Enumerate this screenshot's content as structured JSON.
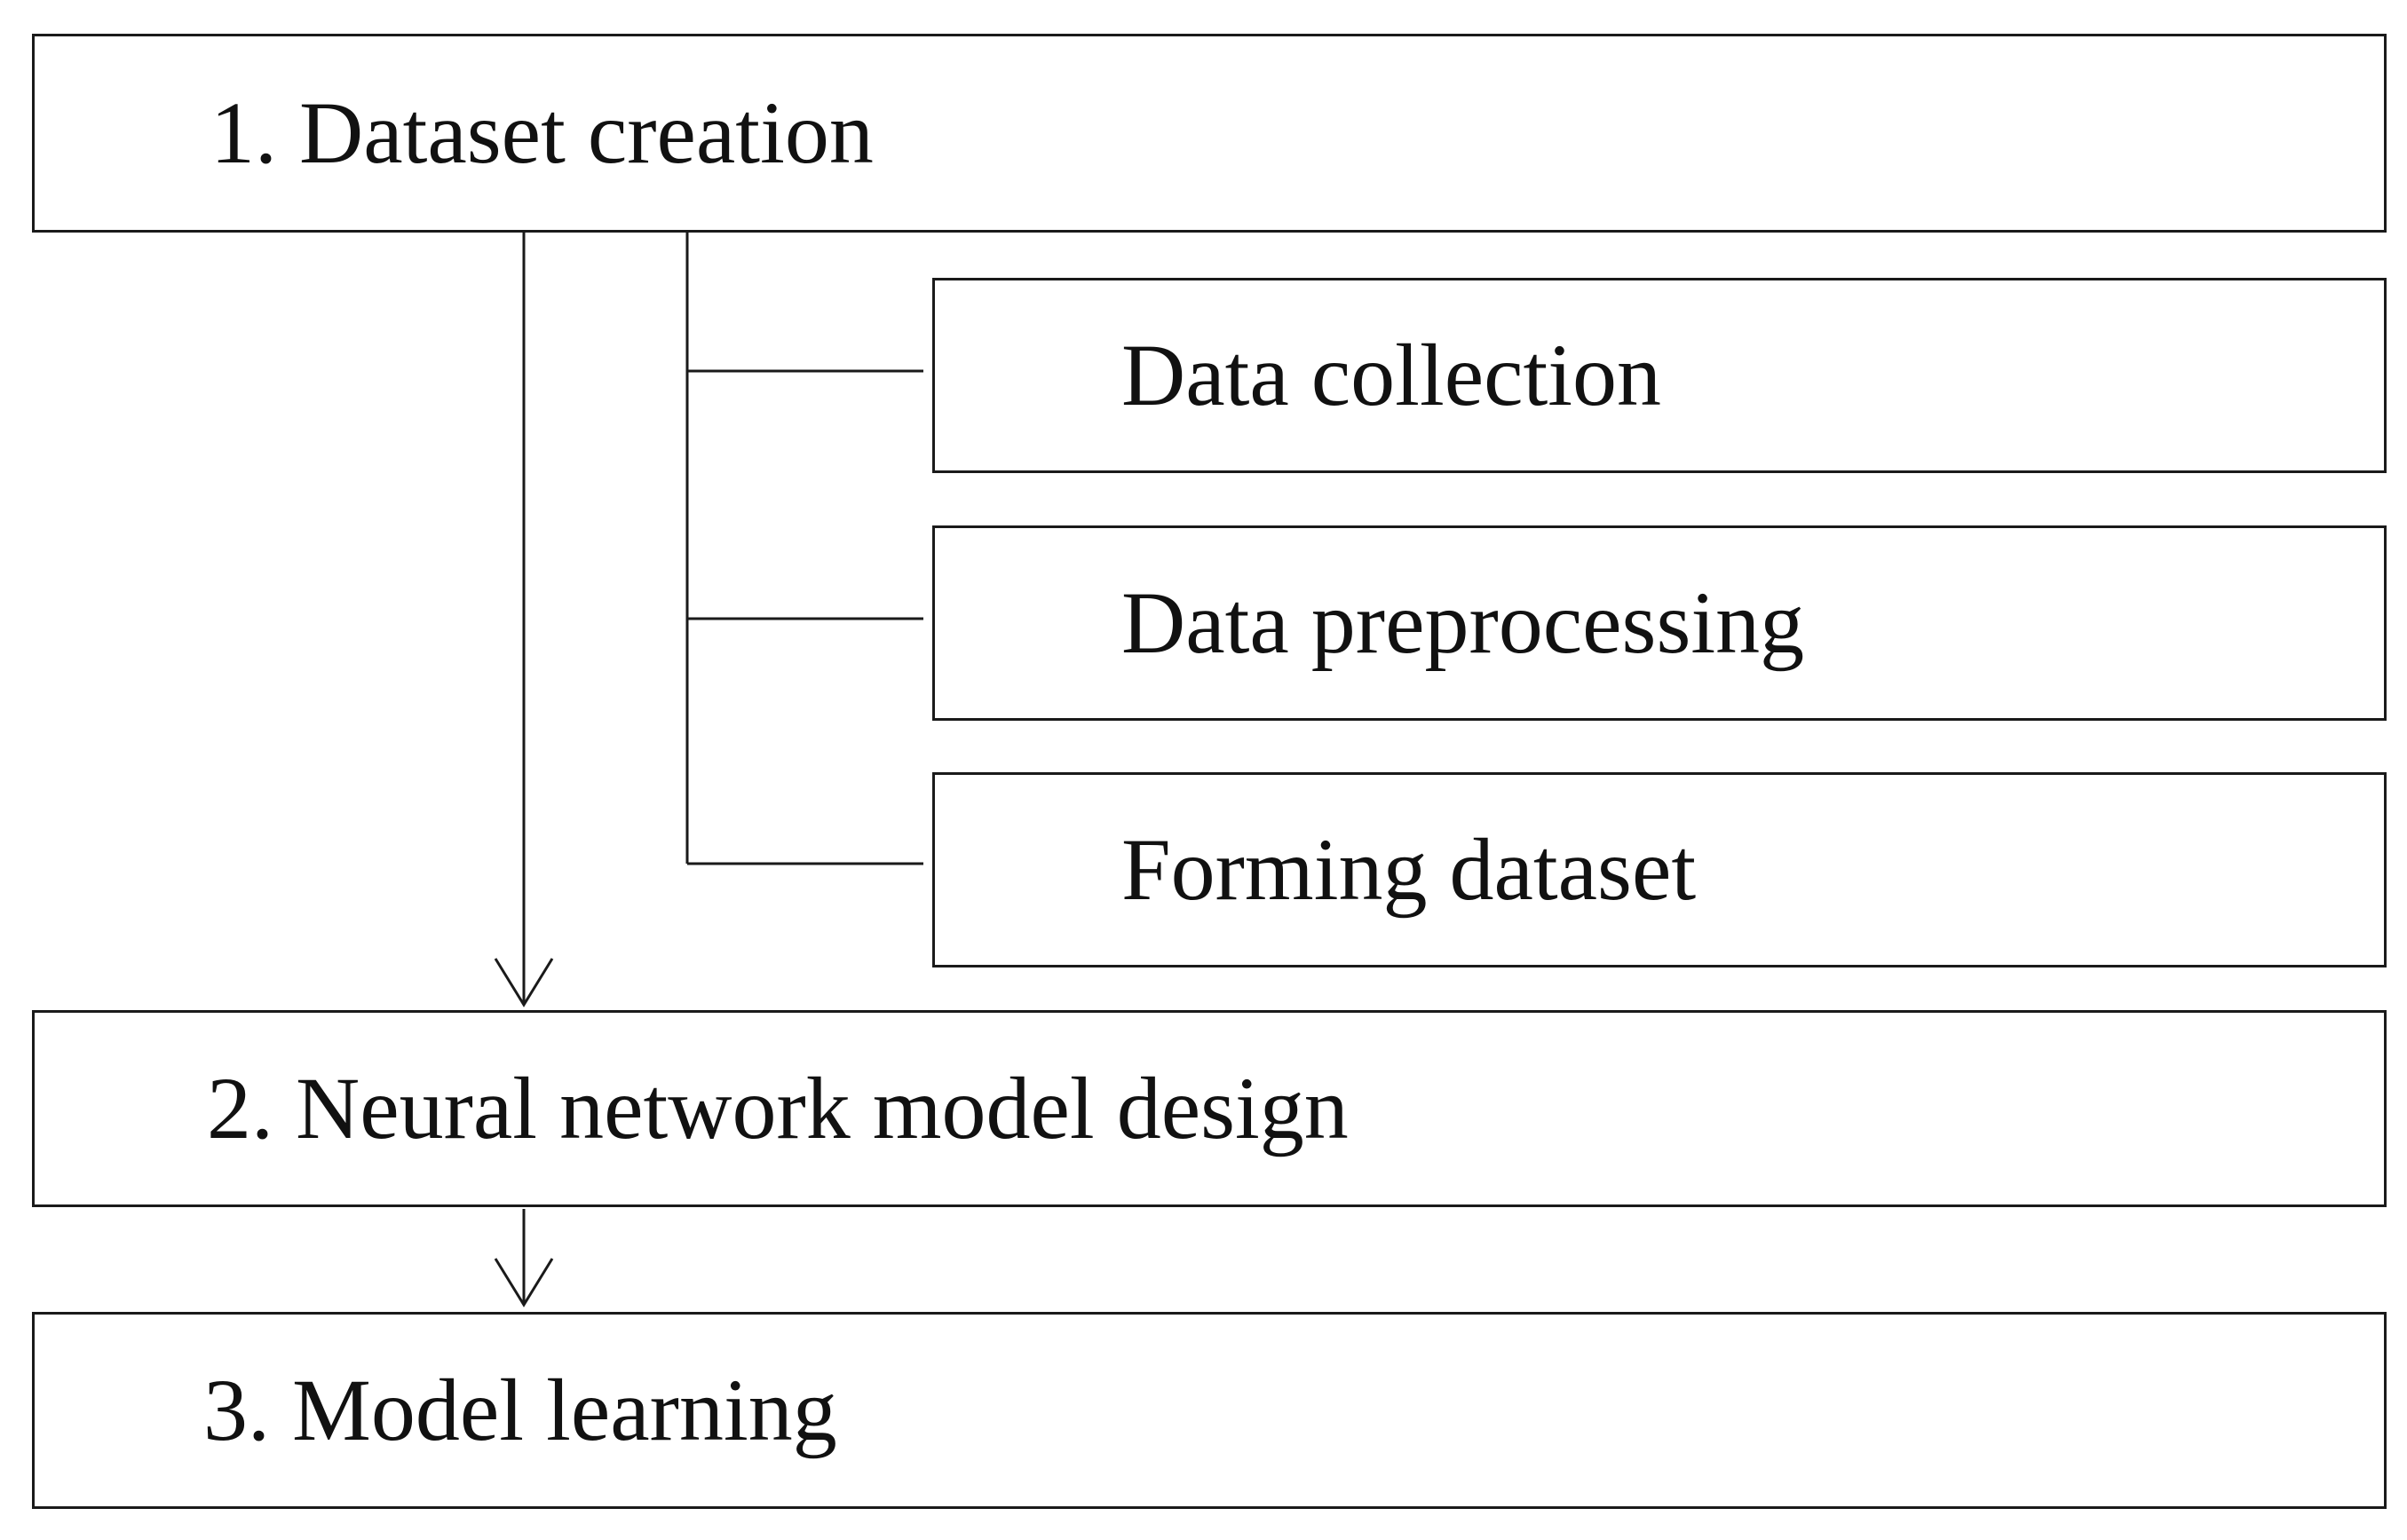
{
  "steps": [
    {
      "label": "1. Dataset creation"
    },
    {
      "label": "2. Neural network model design"
    },
    {
      "label": "3. Model learning"
    }
  ],
  "substeps": [
    {
      "label": "Data collection"
    },
    {
      "label": "Data preprocessing"
    },
    {
      "label": "Forming dataset"
    }
  ],
  "colors": {
    "line": "#1a1a1a",
    "background": "#ffffff"
  }
}
